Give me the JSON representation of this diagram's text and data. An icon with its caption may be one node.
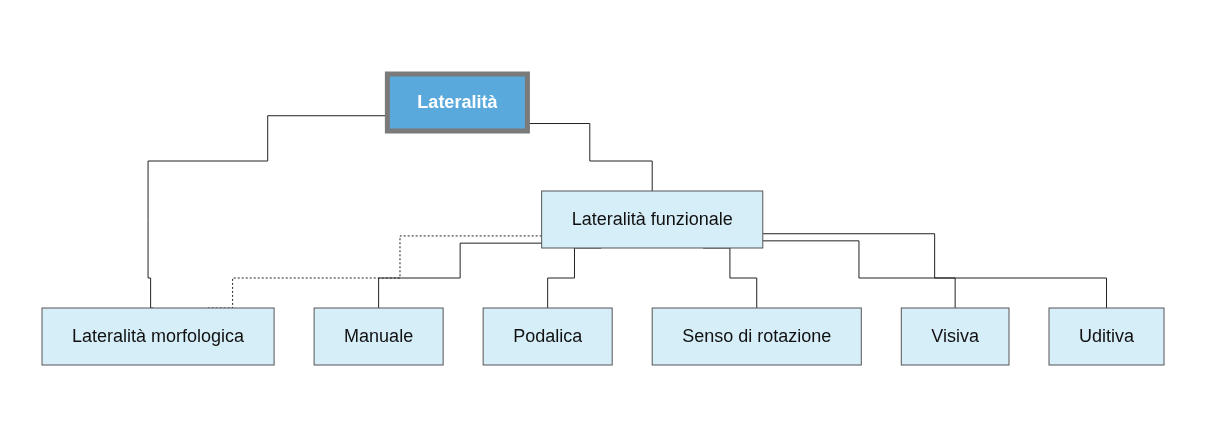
{
  "diagram": {
    "nodes": [
      {
        "text": [
          "Lateralità"
        ]
      },
      {
        "text": [
          "Lateralità funzionale"
        ]
      },
      {
        "text": [
          "Lateralità morfologica"
        ]
      },
      {
        "text": [
          "Manuale"
        ]
      },
      {
        "text": [
          "Podalica"
        ]
      },
      {
        "text": [
          "Senso di rotazione"
        ]
      },
      {
        "text": [
          "Visiva"
        ]
      },
      {
        "text": [
          "Uditiva"
        ]
      }
    ],
    "edges": [
      {
        "from": 0,
        "to": 1,
        "arrow": "none"
      },
      {
        "from": 0,
        "to": 2,
        "arrow": "none"
      },
      {
        "from": 1,
        "to": 2,
        "arrow": "none",
        "style": "dashed"
      },
      {
        "from": 1,
        "to": 3,
        "arrow": "none"
      },
      {
        "from": 1,
        "to": 4,
        "arrow": "none"
      },
      {
        "from": 1,
        "to": 5,
        "arrow": "none"
      },
      {
        "from": 1,
        "to": 6,
        "arrow": "none"
      },
      {
        "from": 1,
        "to": 7,
        "arrow": "none"
      }
    ]
  }
}
